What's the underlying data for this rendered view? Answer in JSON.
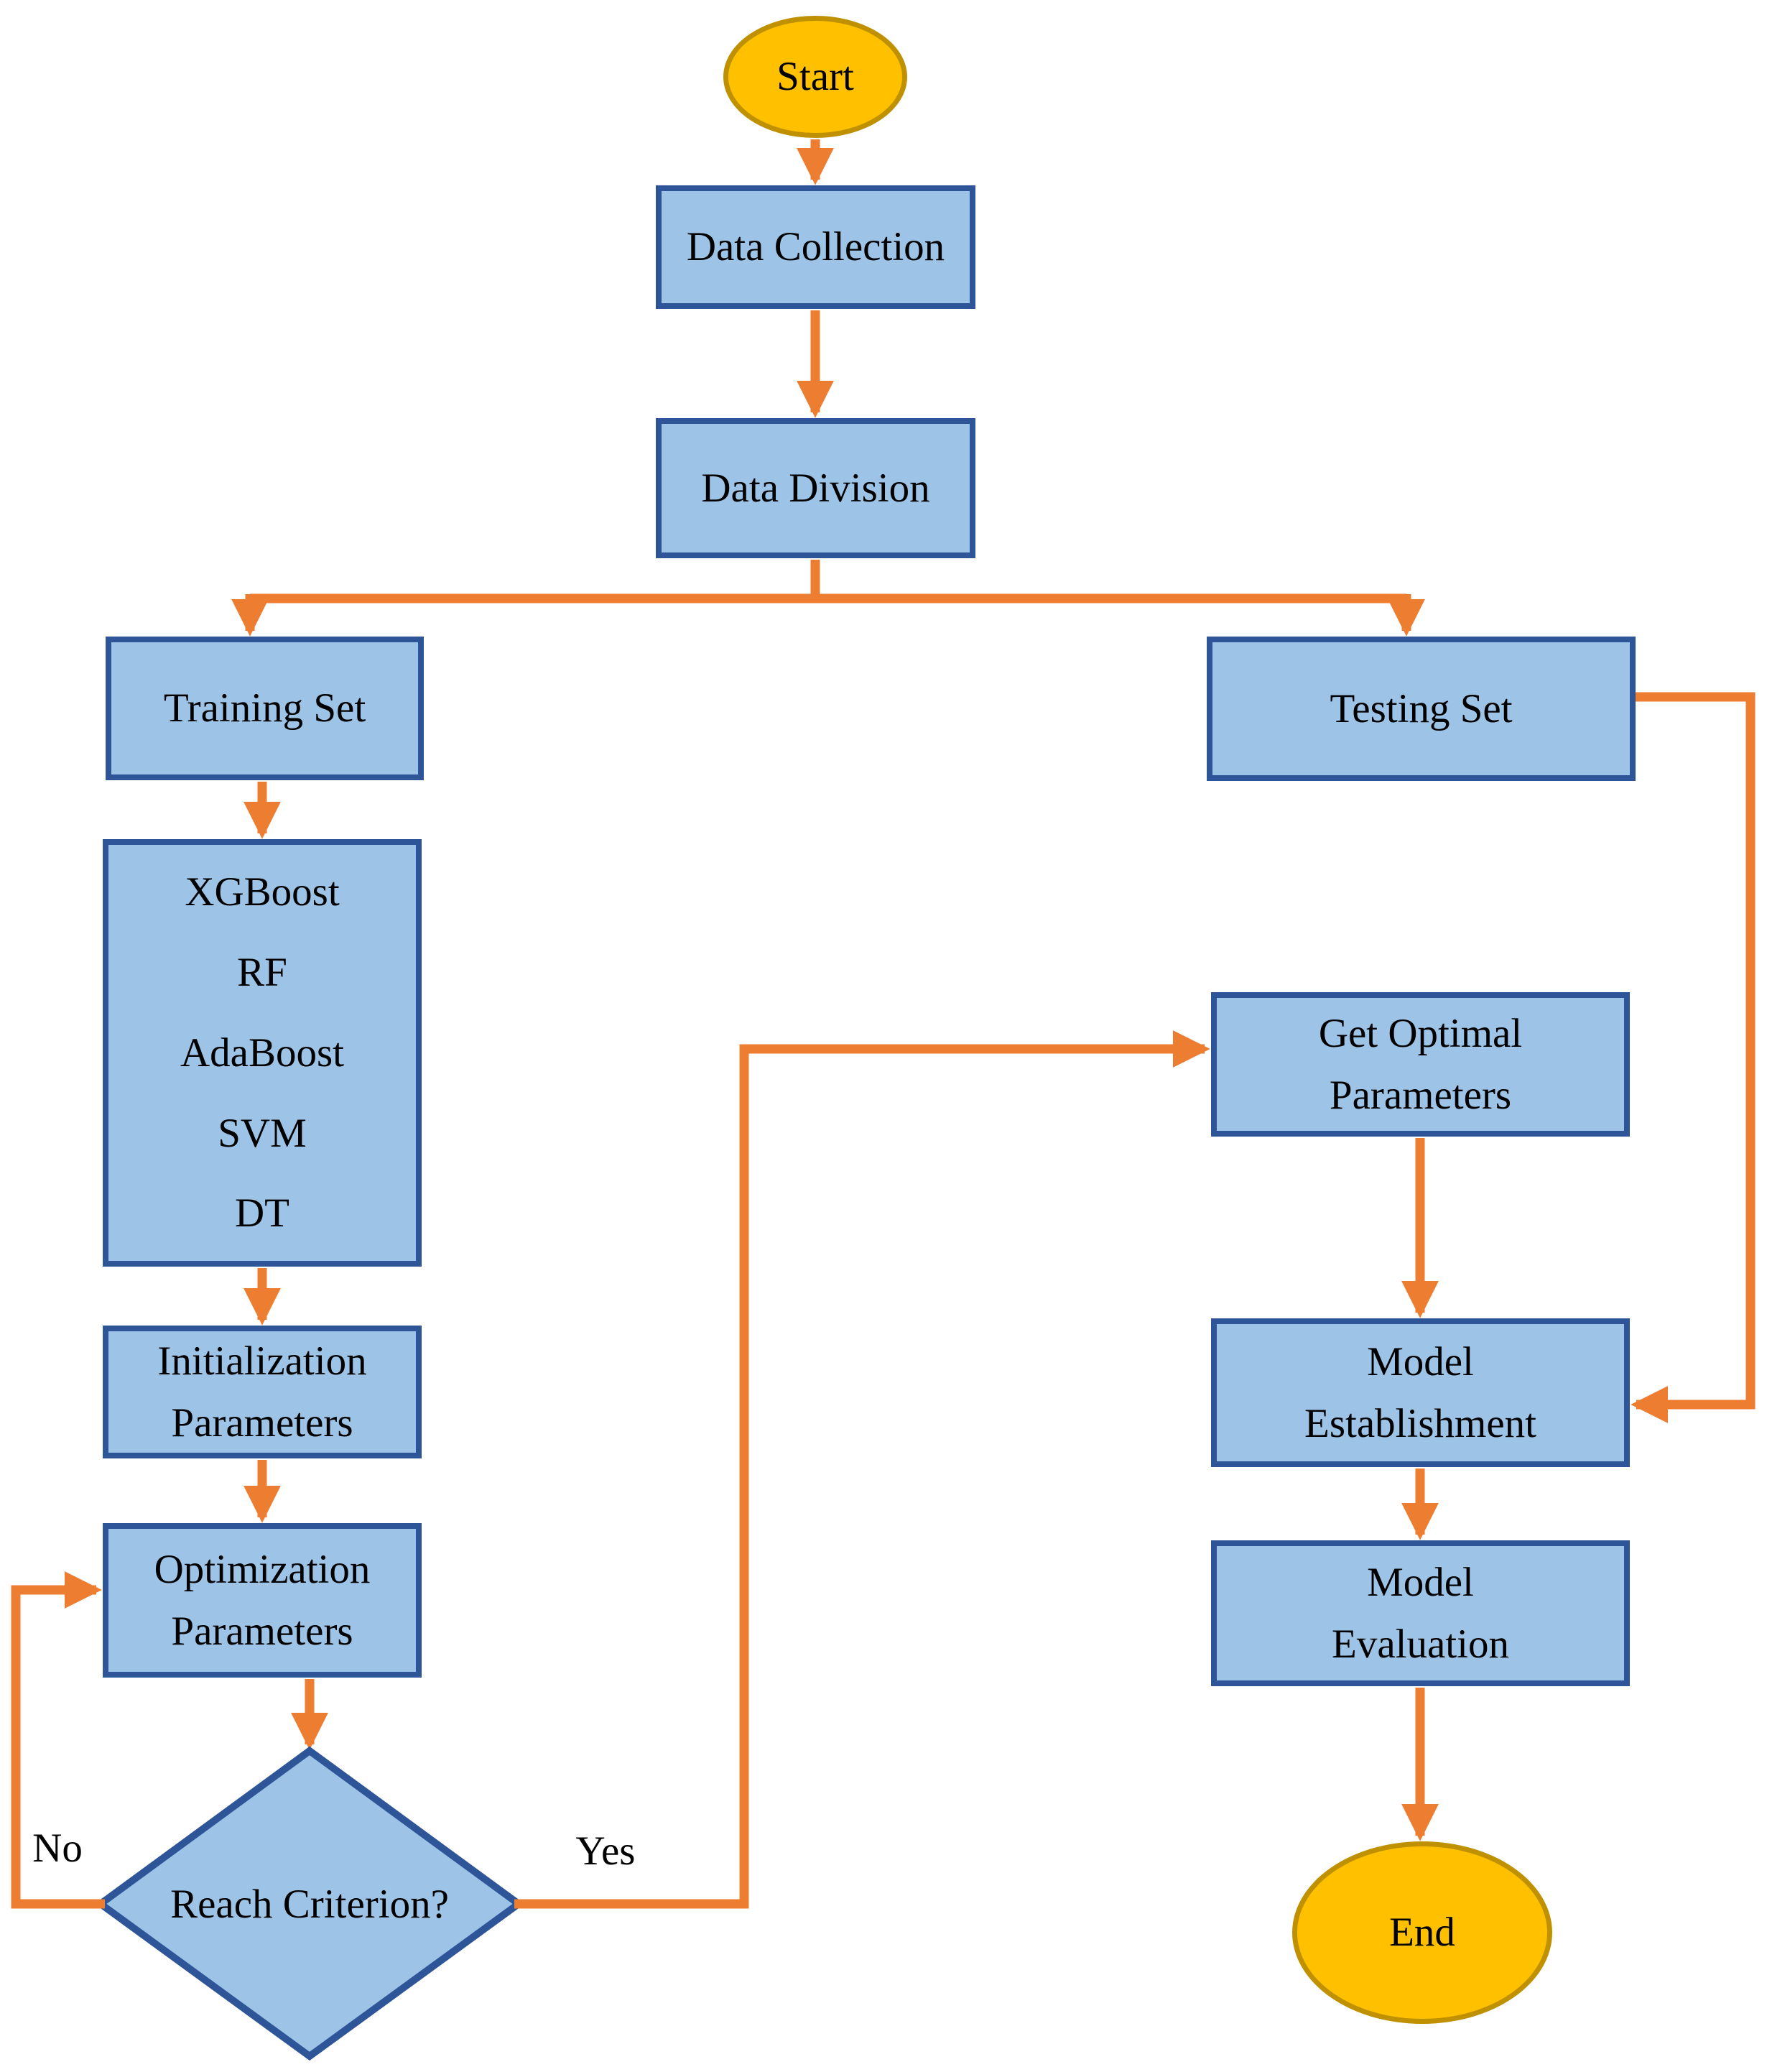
{
  "diagram": {
    "nodes": {
      "start": "Start",
      "data_collection": "Data Collection",
      "data_division": "Data Division",
      "training_set": "Training Set",
      "testing_set": "Testing Set",
      "models": {
        "items": [
          "XGBoost",
          "RF",
          "AdaBoost",
          "SVM",
          "DT"
        ]
      },
      "initialization_parameters": "Initialization\nParameters",
      "optimization_parameters": "Optimization\nParameters",
      "decision": "Reach Criterion?",
      "get_optimal_parameters": "Get Optimal\nParameters",
      "model_establishment": "Model\nEstablishment",
      "model_evaluation": "Model\nEvaluation",
      "end": "End"
    },
    "edges": [
      {
        "from": "start",
        "to": "data_collection",
        "label": ""
      },
      {
        "from": "data_collection",
        "to": "data_division",
        "label": ""
      },
      {
        "from": "data_division",
        "to": "training_set",
        "label": ""
      },
      {
        "from": "data_division",
        "to": "testing_set",
        "label": ""
      },
      {
        "from": "training_set",
        "to": "models",
        "label": ""
      },
      {
        "from": "models",
        "to": "initialization_parameters",
        "label": ""
      },
      {
        "from": "initialization_parameters",
        "to": "optimization_parameters",
        "label": ""
      },
      {
        "from": "optimization_parameters",
        "to": "decision",
        "label": ""
      },
      {
        "from": "decision",
        "to": "optimization_parameters",
        "label": "No"
      },
      {
        "from": "decision",
        "to": "get_optimal_parameters",
        "label": "Yes"
      },
      {
        "from": "get_optimal_parameters",
        "to": "model_establishment",
        "label": ""
      },
      {
        "from": "testing_set",
        "to": "model_establishment",
        "label": ""
      },
      {
        "from": "model_establishment",
        "to": "model_evaluation",
        "label": ""
      },
      {
        "from": "model_evaluation",
        "to": "end",
        "label": ""
      }
    ],
    "colors": {
      "node_fill": "#9DC3E6",
      "node_border": "#2E5597",
      "terminal_fill": "#FFC000",
      "terminal_border": "#BF9000",
      "arrow": "#ED7D31",
      "text": "#000000",
      "background": "#FFFFFF"
    }
  }
}
